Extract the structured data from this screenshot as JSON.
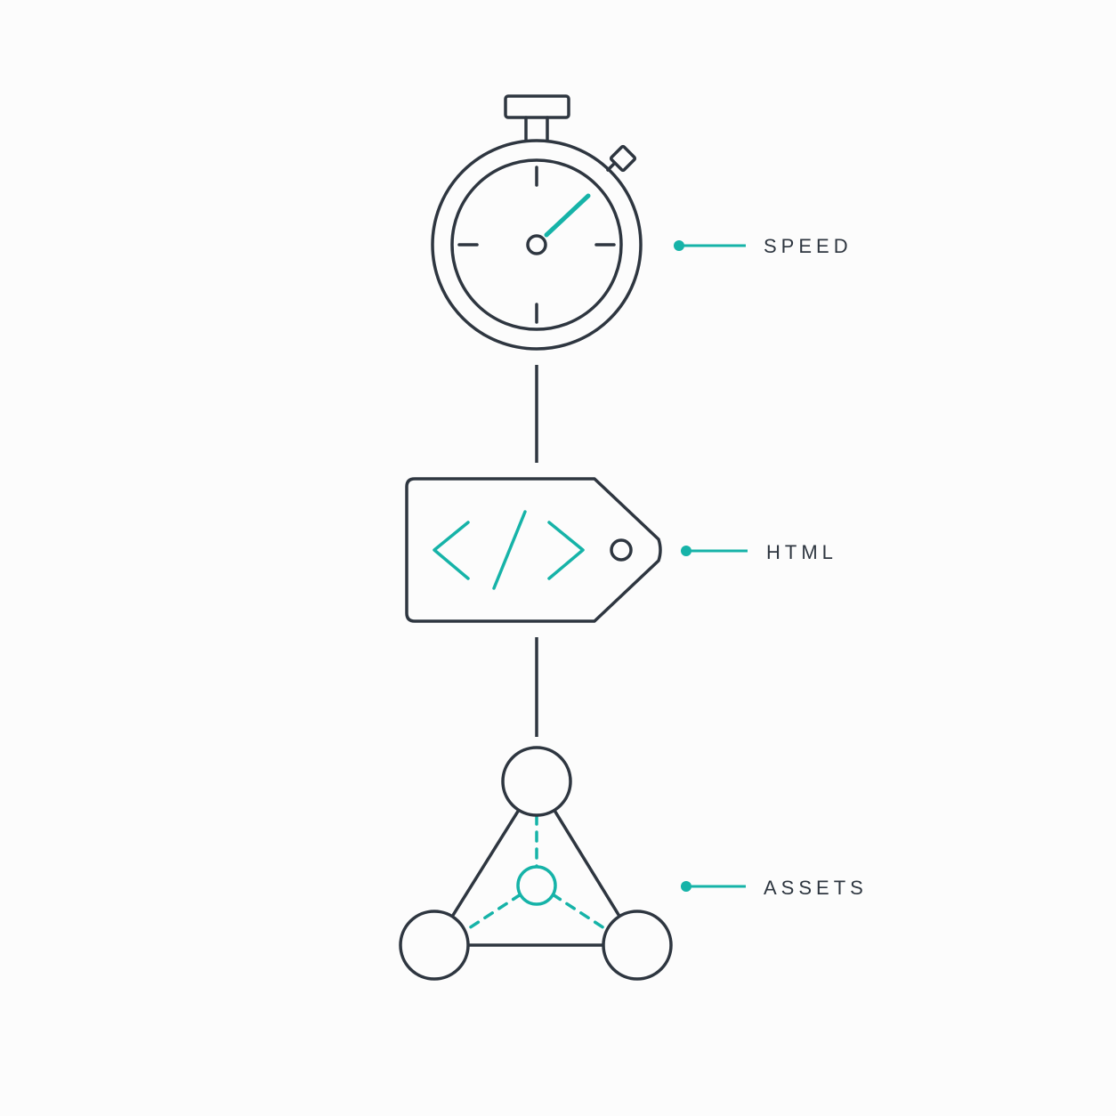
{
  "labels": {
    "speed": "SPEED",
    "html": "HTML",
    "assets": "ASSETS"
  },
  "colors": {
    "stroke": "#2e3640",
    "accent": "#16b3a8",
    "background": "#fcfcfc"
  },
  "icons": {
    "speed": "stopwatch-icon",
    "html": "code-tag-icon",
    "assets": "network-triangle-icon"
  }
}
